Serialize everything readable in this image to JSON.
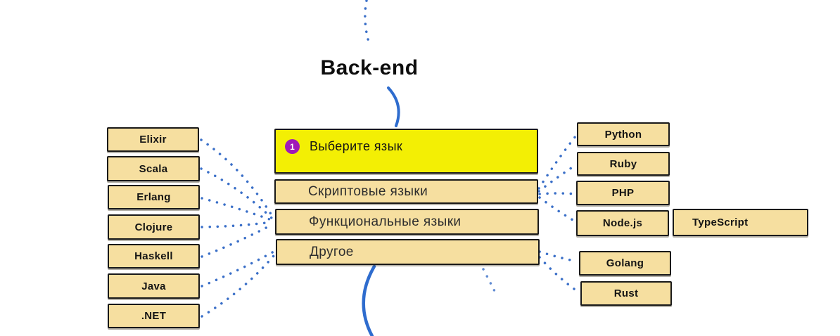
{
  "title": "Back-end",
  "main_node": {
    "step_number": "1",
    "label": "Выберите язык"
  },
  "categories": [
    {
      "label": "Скриптовые языки"
    },
    {
      "label": "Функциональные языки"
    },
    {
      "label": "Другое"
    }
  ],
  "left_languages": [
    {
      "label": "Elixir"
    },
    {
      "label": "Scala"
    },
    {
      "label": "Erlang"
    },
    {
      "label": "Clojure"
    },
    {
      "label": "Haskell"
    },
    {
      "label": "Java"
    },
    {
      "label": ".NET"
    }
  ],
  "right_languages": [
    {
      "label": "Python"
    },
    {
      "label": "Ruby"
    },
    {
      "label": "PHP"
    },
    {
      "label": "Node.js"
    },
    {
      "label": "TypeScript"
    },
    {
      "label": "Golang"
    },
    {
      "label": "Rust"
    }
  ],
  "colors": {
    "highlight_node": "#f3ef04",
    "language_node": "#f6dfa0",
    "node_border": "#191919",
    "connector_blue": "#3a6fc8",
    "solid_curve_blue": "#2e6cce",
    "step_badge": "#a01ab8"
  }
}
